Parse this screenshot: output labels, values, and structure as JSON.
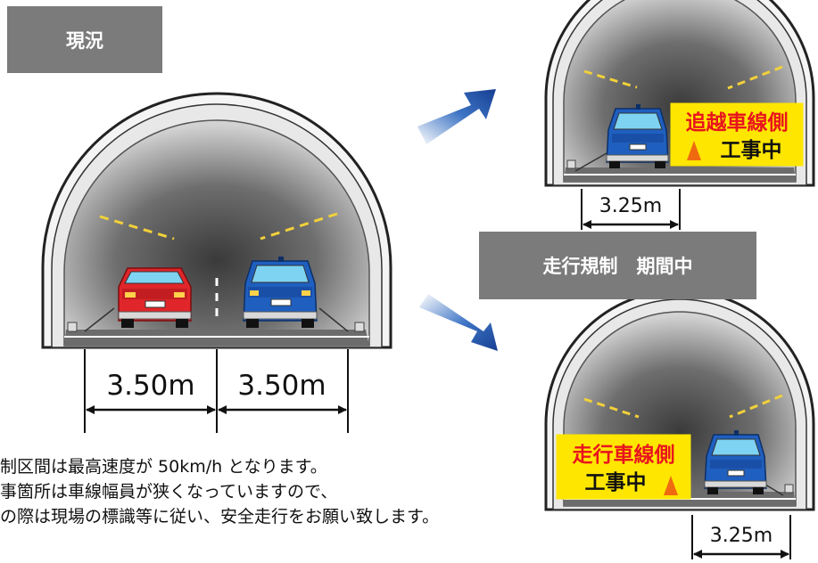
{
  "labels": {
    "current": "現況",
    "restriction": "走行規制　期間中"
  },
  "widths": {
    "left_lane": "3.50m",
    "right_lane": "3.50m",
    "top_scenario_lane": "3.25m",
    "bottom_scenario_lane": "3.25m"
  },
  "signs": {
    "top": {
      "line1": "追越車線側",
      "line2": "工事中"
    },
    "bottom": {
      "line1": "走行車線側",
      "line2": "工事中"
    }
  },
  "notes": [
    "制区間は最高速度が 50km/h となります。",
    "事箇所は車線幅員が狭くなっていますので、",
    "の際は現場の標識等に従い、安全走行をお願い致します。"
  ],
  "colors": {
    "label_bg": "#7b7b7b",
    "sign_bg": "#ffe600",
    "sign_text_red": "#e8141e",
    "car_red": "#e0262a",
    "car_blue": "#1f5fbf",
    "arrow_blue": "#1a4fa8"
  }
}
